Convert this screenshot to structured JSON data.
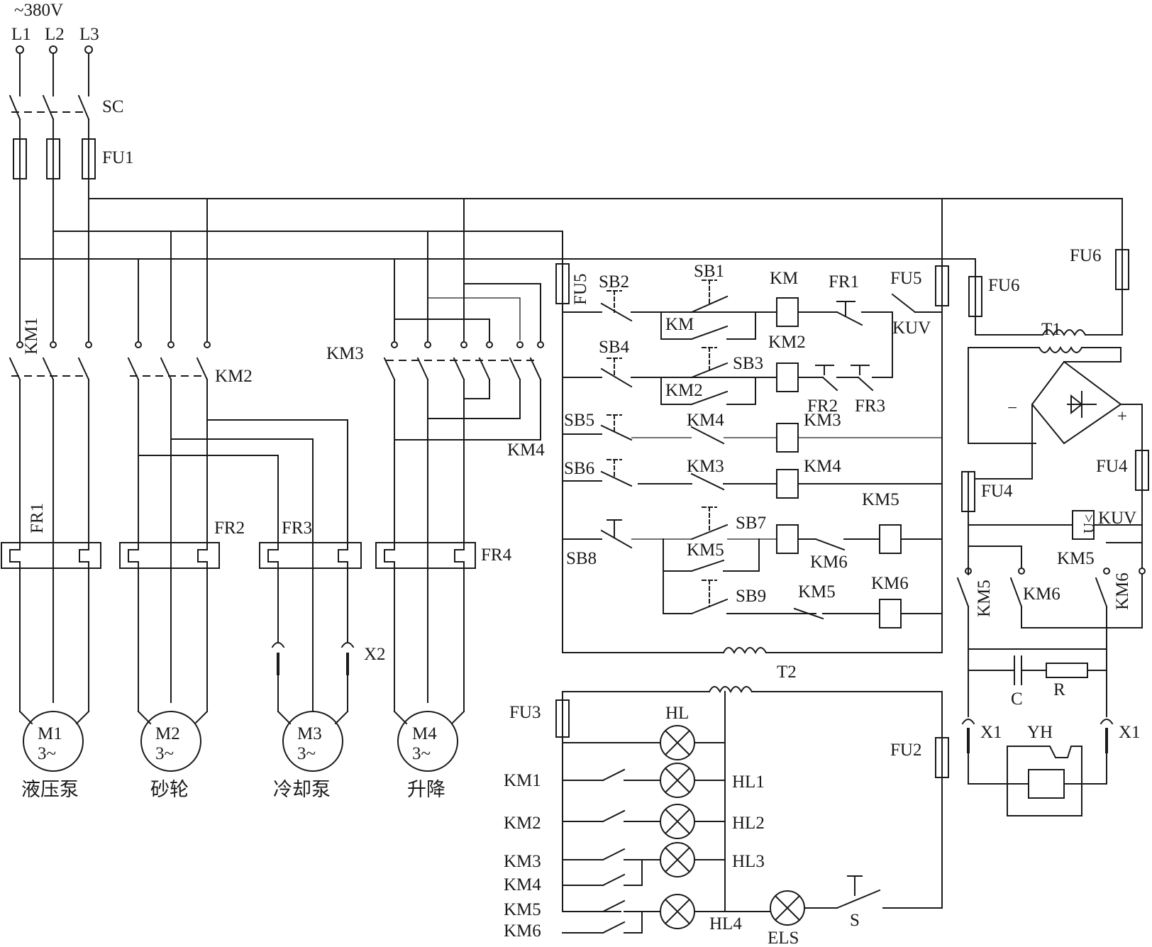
{
  "supply": {
    "voltage": "~380V",
    "phases": [
      "L1",
      "L2",
      "L3"
    ]
  },
  "labels": {
    "SC": "SC",
    "FU1": "FU1",
    "FU2": "FU2",
    "FU3": "FU3",
    "FU4": "FU4",
    "FU5": "FU5",
    "FU6": "FU6",
    "KM": "KM",
    "KM1": "KM1",
    "KM2": "KM2",
    "KM3": "KM3",
    "KM4": "KM4",
    "KM5": "KM5",
    "KM6": "KM6",
    "FR1": "FR1",
    "FR2": "FR2",
    "FR3": "FR3",
    "FR4": "FR4",
    "SB1": "SB1",
    "SB2": "SB2",
    "SB3": "SB3",
    "SB4": "SB4",
    "SB5": "SB5",
    "SB6": "SB6",
    "SB7": "SB7",
    "SB8": "SB8",
    "SB9": "SB9",
    "KUV": "KUV",
    "T1": "T1",
    "T2": "T2",
    "X1": "X1",
    "X2": "X2",
    "HL": "HL",
    "HL1": "HL1",
    "HL2": "HL2",
    "HL3": "HL3",
    "HL4": "HL4",
    "ELS": "ELS",
    "S": "S",
    "YH": "YH",
    "C": "C",
    "R": "R",
    "U": "U<",
    "minus": "−",
    "plus": "+"
  },
  "motors": [
    {
      "id": "M1",
      "rating": "3~",
      "caption": "液压泵"
    },
    {
      "id": "M2",
      "rating": "3~",
      "caption": "砂轮"
    },
    {
      "id": "M3",
      "rating": "3~",
      "caption": "冷却泵"
    },
    {
      "id": "M4",
      "rating": "3~",
      "caption": "升降"
    }
  ]
}
